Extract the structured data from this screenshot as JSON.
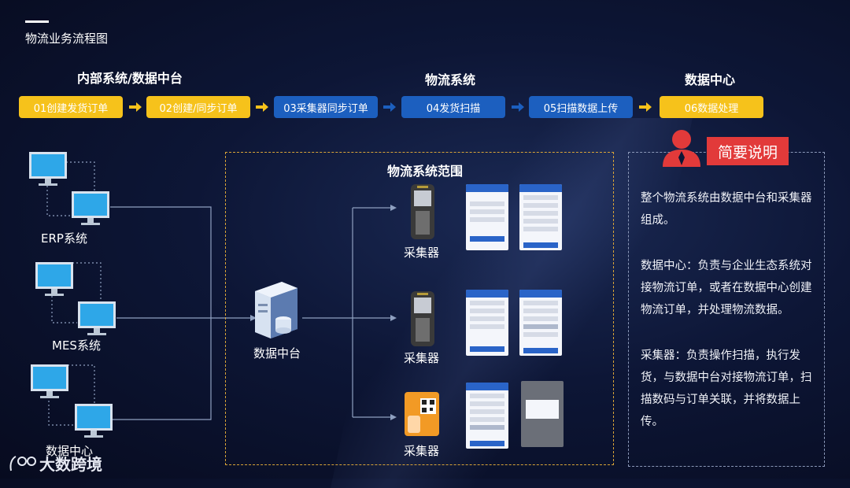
{
  "page_title": "物流业务流程图",
  "sections": {
    "left": "内部系统/数据中台",
    "middle": "物流系统",
    "right": "数据中心"
  },
  "steps": [
    {
      "label": "01创建发货订单",
      "color": "#f6c21b"
    },
    {
      "label": "02创建/同步订单",
      "color": "#f6c21b"
    },
    {
      "label": "03采集器同步订单",
      "color": "#1c5fbf"
    },
    {
      "label": "04发货扫描",
      "color": "#1c5fbf"
    },
    {
      "label": "05扫描数据上传",
      "color": "#1c5fbf"
    },
    {
      "label": "06数据处理",
      "color": "#f6c21b"
    }
  ],
  "systems": [
    "ERP系统",
    "MES系统",
    "数据中心"
  ],
  "hub_label": "数据中台",
  "scope_title": "物流系统范围",
  "collector_label": "采集器",
  "notes": {
    "badge": "简要说明",
    "paragraphs": [
      "整个物流系统由数据中台和采集器组成。",
      "数据中心：负责与企业生态系统对接物流订单，或者在数据中心创建物流订单，并处理物流数据。",
      "采集器：负责操作扫描，执行发货，与数据中台对接物流订单，扫描数码与订单关联，并将数据上传。"
    ]
  },
  "watermark": "大数跨境",
  "colors": {
    "yellow": "#f6c21b",
    "blue": "#1c5fbf",
    "red": "#e23a3a",
    "line": "#8fa0c0"
  }
}
